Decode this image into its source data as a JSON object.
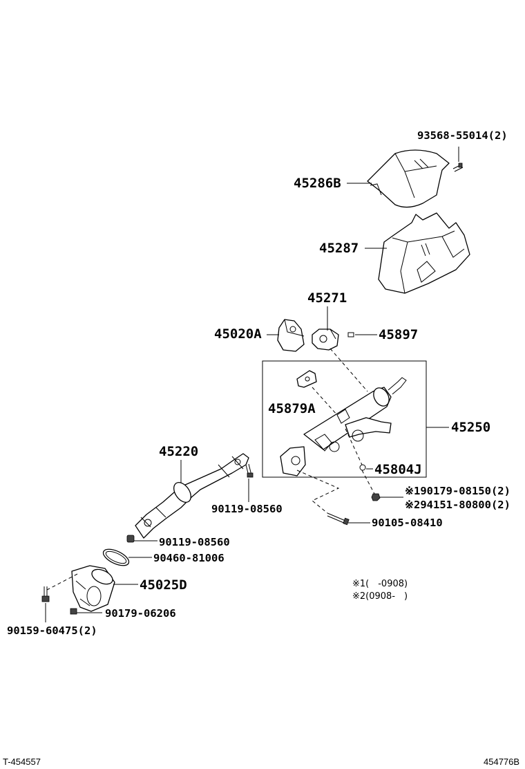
{
  "parts": {
    "p93568": "93568-55014(2)",
    "p45286b": "45286B",
    "p45287": "45287",
    "p45271": "45271",
    "p45020a": "45020A",
    "p45897": "45897",
    "p45879a": "45879A",
    "p45250": "45250",
    "p45220": "45220",
    "p45804j": "45804J",
    "p90179_08150": "※190179-08150(2)",
    "p94151": "※294151-80800(2)",
    "p90119_a": "90119-08560",
    "p90105": "90105-08410",
    "p90119_b": "90119-08560",
    "p90460": "90460-81006",
    "p45025d": "45025D",
    "p90179_06206": "90179-06206",
    "p90159": "90159-60475(2)"
  },
  "notes": {
    "n1": "※1(　-0908)",
    "n2": "※2(0908-　)"
  },
  "footer": {
    "left": "T-454557",
    "right": "454776B"
  }
}
